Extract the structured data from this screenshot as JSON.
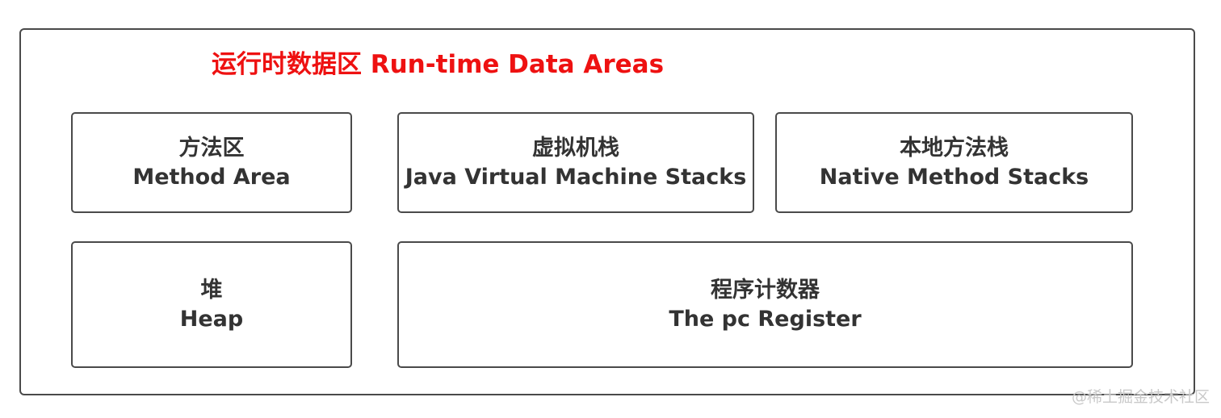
{
  "title": "运行时数据区 Run-time Data Areas",
  "areas": [
    {
      "zh": "方法区",
      "en": "Method Area"
    },
    {
      "zh": "虚拟机栈",
      "en": "Java Virtual Machine Stacks"
    },
    {
      "zh": "本地方法栈",
      "en": "Native Method Stacks"
    },
    {
      "zh": "堆",
      "en": "Heap"
    },
    {
      "zh": "程序计数器",
      "en": "The pc Register"
    }
  ],
  "watermark": "@稀土掘金技术社区",
  "colors": {
    "title": "#ee1111",
    "border": "#4a4a4a",
    "text": "#333333",
    "watermark": "#c9c9c9"
  }
}
